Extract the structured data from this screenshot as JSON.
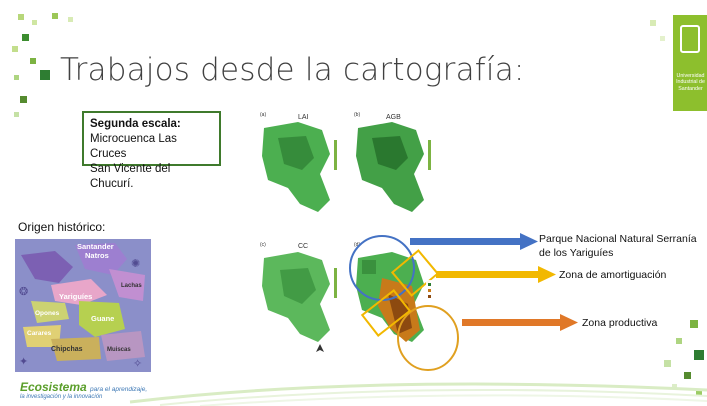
{
  "slide": {
    "title": "Trabajos desde la cartografía:",
    "scale_box": {
      "heading": "Segunda escala:",
      "line1": "Microcuenca Las Cruces",
      "line2": "San Vicente del Chucurí."
    },
    "origin_label": "Origen histórico:",
    "historic_map_labels": [
      "Santander",
      "Natros",
      "Lachas",
      "Yariguíes",
      "Opones",
      "Guane",
      "Carares",
      "Chipchas",
      "Muiscas"
    ],
    "panel_titles": [
      "LAI",
      "AGB",
      "CC"
    ],
    "panel_tags": [
      "(a)",
      "(b)",
      "(c)",
      "(d)"
    ],
    "annotations": {
      "park": "Parque Nacional Natural Serranía de los Yariguíes",
      "buffer": "Zona de amortiguación",
      "productive": "Zona productiva"
    },
    "arrow_colors": {
      "park": "#4472c4",
      "buffer": "#f2b800",
      "productive": "#e07828"
    },
    "institution": {
      "text": "Universidad Industrial de Santander"
    },
    "footer_logo": {
      "name": "Ecosistema",
      "tagline_inline": "para el aprendizaje,",
      "tagline": "la investigación y la innovación"
    }
  }
}
